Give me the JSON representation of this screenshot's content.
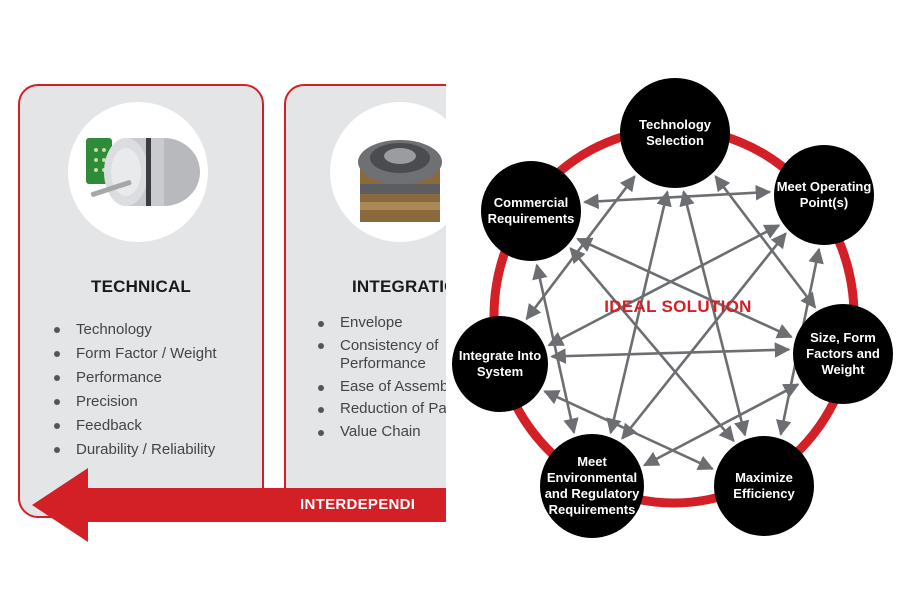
{
  "colors": {
    "accent_red": "#d32027",
    "node_black": "#000000",
    "card_gray": "#e4e5e7",
    "arrow_gray": "#6d6e71"
  },
  "left": {
    "cards": [
      {
        "title": "TECHNICAL",
        "items": [
          "Technology",
          "Form Factor / Weight",
          "Performance",
          "Precision",
          "Feedback",
          "Durability / Reliability"
        ]
      },
      {
        "title": "INTEGRATIO",
        "items": [
          "Envelope",
          "Consistency of Performance",
          "Ease of Assembl",
          "Reduction of Par",
          "Value Chain"
        ]
      }
    ],
    "arrow_label": "INTERDEPENDI"
  },
  "right": {
    "center_label": "IDEAL SOLUTION",
    "nodes": [
      "Technology\nSelection",
      "Meet Operating\nPoint(s)",
      "Size, Form\nFactors and\nWeight",
      "Maximize\nEfficiency",
      "Meet\nEnvironmental\nand Regulatory\nRequirements",
      "Integrate Into\nSystem",
      "Commercial\nRequirements"
    ]
  }
}
